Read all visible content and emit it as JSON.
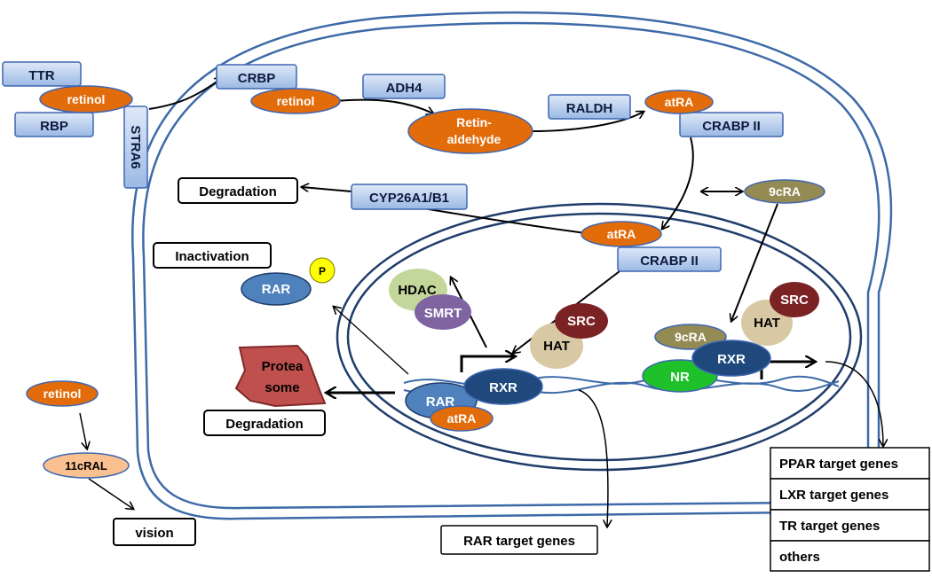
{
  "diagram": {
    "extracellular": {
      "ttr": "TTR",
      "retinol_complex": "retinol",
      "rbp": "RBP",
      "stra6": "STRA6"
    },
    "cytoplasm": {
      "crbp": "CRBP",
      "retinol_crbp": "retinol",
      "adh4": "ADH4",
      "retinaldehyde_line1": "Retin-",
      "retinaldehyde_line2": "aldehyde",
      "raldh": "RALDH",
      "atra_top": "atRA",
      "crabp2_top": "CRABP II",
      "cyp26": "CYP26A1/B1",
      "degradation_top": "Degradation",
      "ninecis_ra": "9cRA",
      "inactivation": "Inactivation",
      "rar_phospho": "RAR",
      "phospho": "P",
      "proteasome_line1": "Protea",
      "proteasome_line2": "some",
      "degradation_bottom": "Degradation",
      "retinol_vision": "retinol",
      "cral": "11cRAL",
      "vision": "vision"
    },
    "nucleus": {
      "atra_nuc": "atRA",
      "crabp2_nuc": "CRABP II",
      "hdac": "HDAC",
      "smrt": "SMRT",
      "src_left": "SRC",
      "hat_left": "HAT",
      "rar": "RAR",
      "rxr_left": "RXR",
      "atra_bound": "atRA",
      "src_right": "SRC",
      "hat_right": "HAT",
      "ninecis_bound": "9cRA",
      "rxr_right": "RXR",
      "nr": "NR"
    },
    "targets": {
      "rar_target": "RAR target genes",
      "list": [
        "PPAR target genes",
        "LXR target genes",
        "TR target genes",
        "others"
      ]
    },
    "colors": {
      "blue_box_fill": "#a9c4ea",
      "blue_box_stroke": "#3f67b2",
      "orange": "#e36c0a",
      "membrane": "#3d6aa8",
      "nuclear_membrane": "#1f3d6b",
      "hdac": "#c4d79b",
      "smrt": "#8064a2",
      "src": "#7b2224",
      "hat": "#d8c9a4",
      "rar": "#4f81bd",
      "rxr": "#1f497d",
      "ninecis": "#948a54",
      "nr": "#1ec12a",
      "proteasome": "#c0504d",
      "phospho": "#ffff00",
      "cral": "#fac090"
    }
  }
}
